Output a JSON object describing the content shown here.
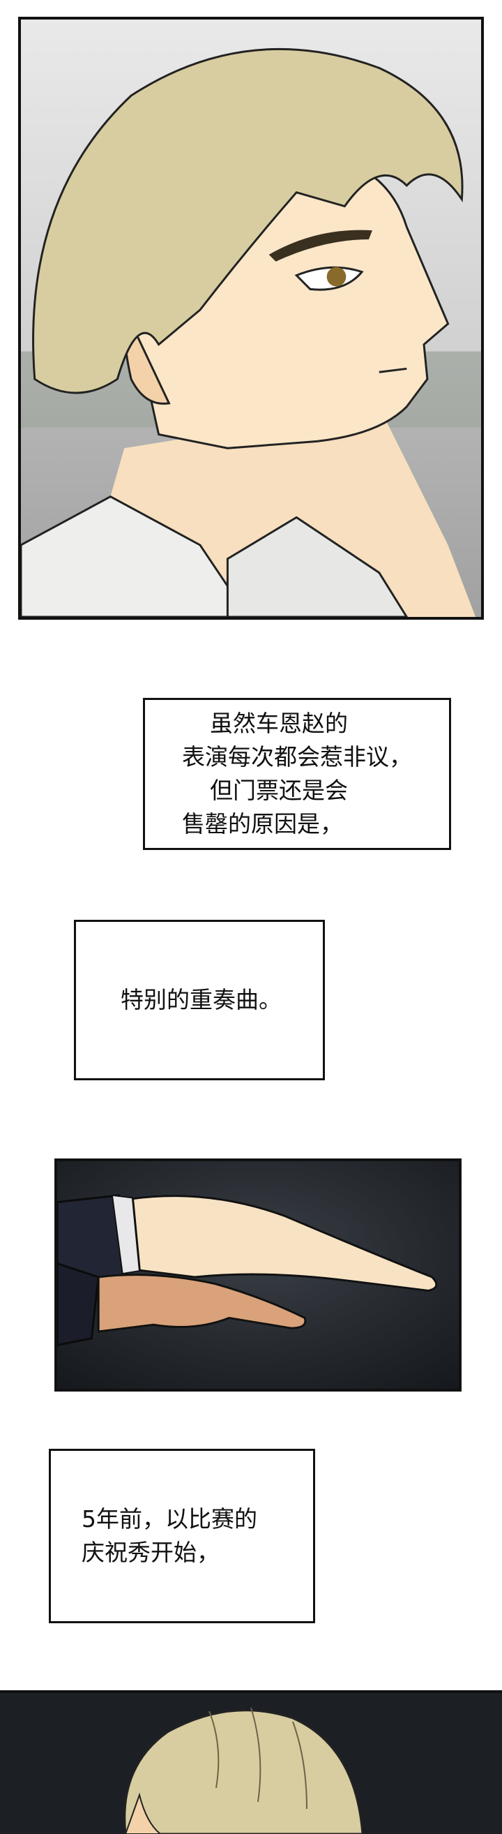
{
  "captions": {
    "c1": {
      "lines": [
        "虽然车恩赵的",
        "表演每次都会惹非议，",
        "但门票还是会",
        "售罄的原因是，"
      ]
    },
    "c2": {
      "lines": [
        "特别的重奏曲。"
      ]
    },
    "c3": {
      "lines": [
        "5年前，以比赛的",
        "庆祝秀开始，"
      ]
    }
  },
  "colors": {
    "panel_border": "#111111",
    "hair": "#d8cda0",
    "skin": "#fbe6c8",
    "shirt": "#f0f0ee",
    "dark_bg": "#1c1f24",
    "eye": "#8a6a2a"
  }
}
